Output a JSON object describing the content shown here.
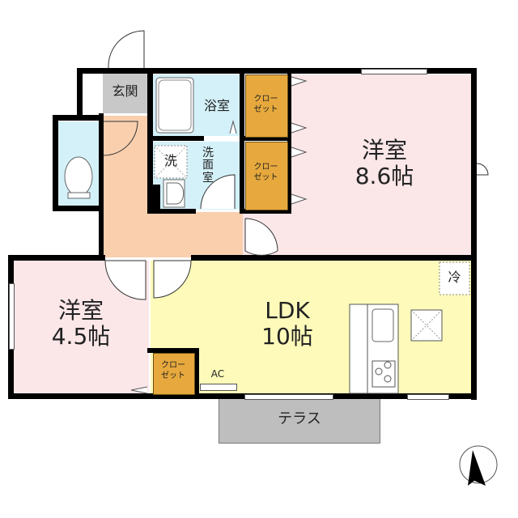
{
  "floor_plan": {
    "rooms": {
      "entrance": {
        "label": "玄関",
        "color": "#c8c8c8"
      },
      "bath": {
        "label": "浴室",
        "color": "#d4f1f9"
      },
      "washroom": {
        "label_lines": [
          "洗",
          "面",
          "室"
        ],
        "color": "#d4f1f9"
      },
      "washer": {
        "label": "洗"
      },
      "toilet": {
        "color": "#d4f1f9"
      },
      "hall": {
        "color": "#f9cfae"
      },
      "western_large": {
        "name": "洋室",
        "size": "8.6帖",
        "color": "#fbe6e8"
      },
      "western_small": {
        "name": "洋室",
        "size": "4.5帖",
        "color": "#fbe6e8"
      },
      "ldk": {
        "name": "LDK",
        "size": "10帖",
        "color": "#fdfaba"
      },
      "terrace": {
        "label": "テラス",
        "color": "#bebebe"
      }
    },
    "closets": [
      {
        "line1": "クロー",
        "line2": "ゼット"
      },
      {
        "line1": "クロー",
        "line2": "ゼット"
      },
      {
        "line1": "クロー",
        "line2": "ゼット"
      }
    ],
    "fixtures": {
      "fridge": "冷",
      "ac": "AC"
    },
    "colors": {
      "wall": "#000000",
      "closet": "#e7a93d"
    },
    "compass": {
      "direction": "north-arrow"
    }
  }
}
